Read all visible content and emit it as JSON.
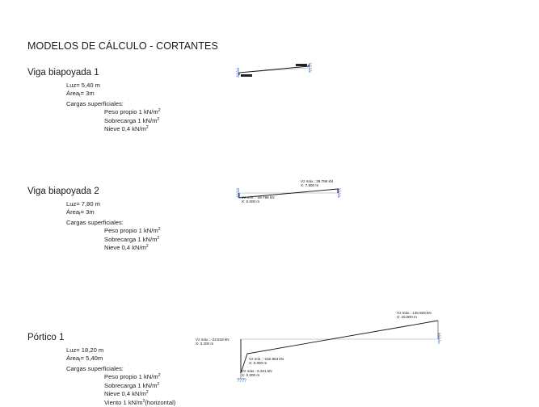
{
  "page": {
    "title": "MODELOS DE CÁLCULO - CORTANTES"
  },
  "sections": [
    {
      "title": "Viga biapoyada 1",
      "luz": "Luz= 5,40 m",
      "area_a": "Área",
      "area_sub": "t",
      "area_b": "= 3m",
      "cargas": "Cargas superficiales:",
      "loads": [
        {
          "text": "Peso propio 1 kN/m",
          "sup": "2"
        },
        {
          "text": "Sobrecarga 1 kN/m",
          "sup": "2"
        },
        {
          "text": "Nieve 0,4 kN/m",
          "sup": "2"
        }
      ]
    },
    {
      "title": "Viga biapoyada 2",
      "luz": "Luz= 7,80 m",
      "area_a": "Área",
      "area_sub": "t",
      "area_b": "= 3m",
      "cargas": "Cargas superficiales:",
      "loads": [
        {
          "text": "Peso propio 1 kN/m",
          "sup": "2"
        },
        {
          "text": "Sobrecarga 1 kN/m",
          "sup": "2"
        },
        {
          "text": "Nieve 0,4 kN/m",
          "sup": "2"
        }
      ],
      "diagram": {
        "max_a": "Vz máx.: 39.798 kN",
        "max_b": "X: 7.800 m",
        "min_a": "Vz mín.: -39.798 kN",
        "min_b": "X: 0.000 m"
      }
    },
    {
      "title": "Pórtico 1",
      "luz": "Luz= 18,20 m",
      "area_a": "Área",
      "area_sub": "t",
      "area_b": "= 5,40m",
      "cargas": "Cargas superficiales:",
      "loads": [
        {
          "text": "Peso propio 1 kN/m",
          "sup": "2"
        },
        {
          "text": "Sobrecarga 1 kN/m",
          "sup": "2"
        },
        {
          "text": "Nieve 0,4 kN/m",
          "sup": "2"
        },
        {
          "text": "Viento 1 kN/m",
          "sup": "2",
          "after": "(horizontal)"
        }
      ],
      "diagram": {
        "max_a": "Vz máx.: 148.920 kN",
        "max_b": "X: 15.800 m",
        "left_a": "Vz máx.: -22.818 kN",
        "left_b": "X: 3.200 m",
        "min_a": "Vz mín.: -152.953 kN",
        "min_b": "X: 0.000 m",
        "low_a": "Vz máx.: 5.341 kN",
        "low_b": "X: 0.000 m"
      }
    }
  ]
}
